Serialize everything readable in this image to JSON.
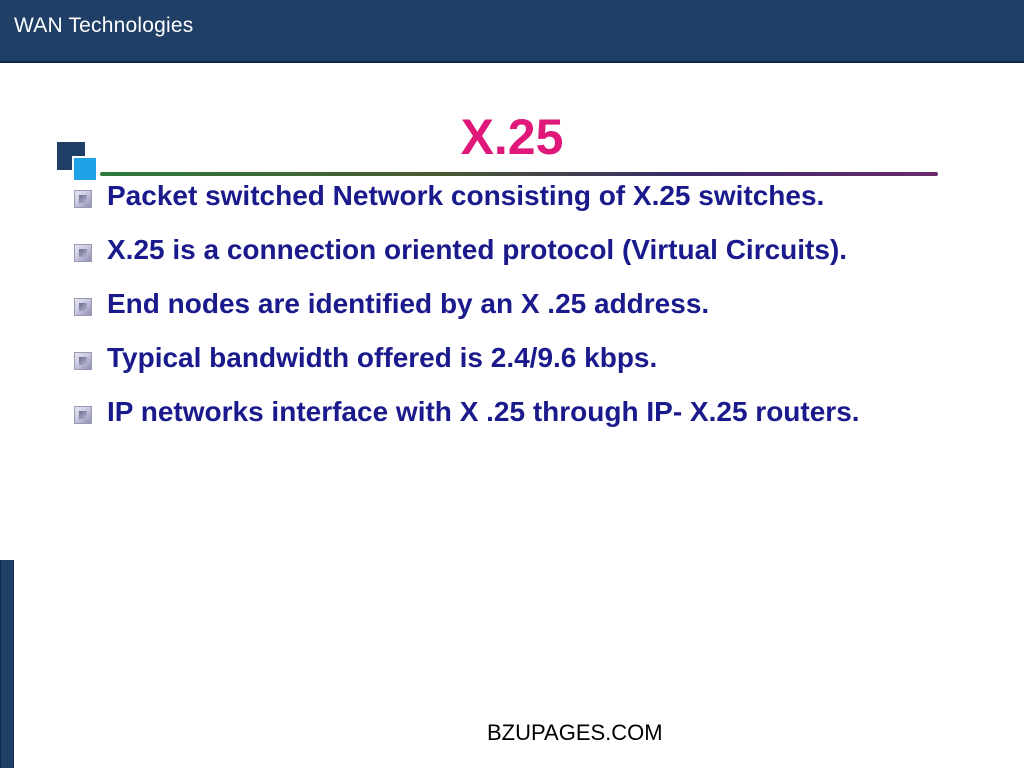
{
  "header": {
    "title": "WAN Technologies"
  },
  "slide": {
    "title": "X.25",
    "bullets": [
      {
        "text": "Packet switched Network consisting of X.25 switches.",
        "icon": "square-bullet-icon"
      },
      {
        "text": "X.25 is a connection oriented protocol (Virtual Circuits).",
        "icon": "square-bullet-icon"
      },
      {
        "text": "End nodes are identified by an X .25 address.",
        "icon": "square-bullet-icon"
      },
      {
        "text": "Typical bandwidth offered is 2.4/9.6 kbps.",
        "icon": "square-bullet-icon"
      },
      {
        "text": "IP networks interface with X .25 through IP- X.25 routers.",
        "icon": "square-bullet-icon"
      }
    ]
  },
  "footer": {
    "text": "BZUPAGES.COM"
  },
  "colors": {
    "header_background": "#1f3f66",
    "title": "#e0187a",
    "bullet_text": "#1a1a8c",
    "accent_square": "#1ea3e8"
  }
}
